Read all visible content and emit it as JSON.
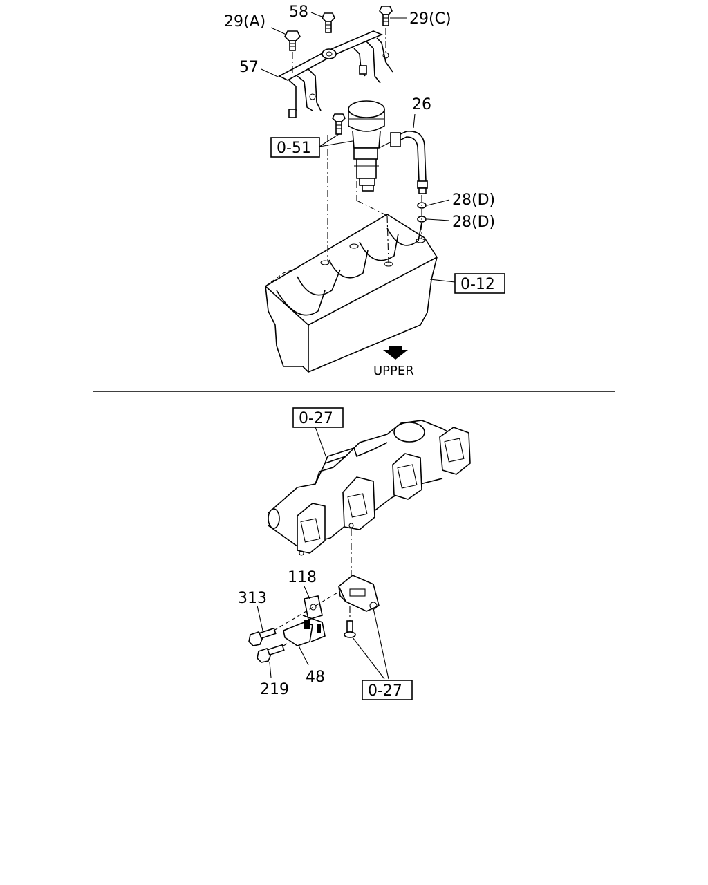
{
  "labels": {
    "l_29a": "29(A)",
    "l_58": "58",
    "l_29c": "29(C)",
    "l_57": "57",
    "l_26": "26",
    "l_28d_1": "28(D)",
    "l_28d_2": "28(D)",
    "l_118": "118",
    "l_313": "313",
    "l_219": "219",
    "l_48": "48"
  },
  "ref_boxes": {
    "r_051": "0-51",
    "r_012": "0-12",
    "r_027_top": "0-27",
    "r_027_bottom": "0-27"
  },
  "direction_label": "UPPER"
}
